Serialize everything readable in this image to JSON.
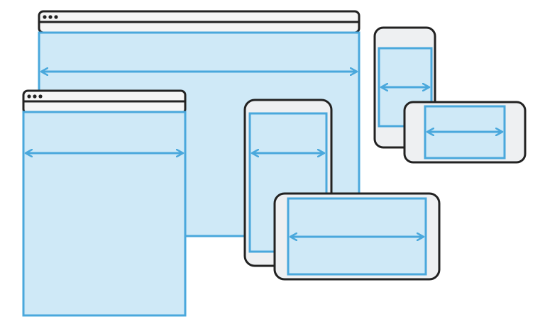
{
  "colors": {
    "background": "#ffffff",
    "outline": "#222222",
    "device_body": "#eef0f2",
    "viewport_fill": "#cfe9f7",
    "viewport_stroke": "#4aa8dc",
    "arrow": "#4aa8dc",
    "window_bar": "#f5f5f5"
  },
  "devices": [
    {
      "id": "large-browser-window",
      "kind": "browser",
      "dots": 3,
      "icon": "desktop-browser-icon"
    },
    {
      "id": "small-browser-window",
      "kind": "browser",
      "dots": 3,
      "icon": "desktop-browser-icon"
    },
    {
      "id": "phone-portrait-center",
      "kind": "phone-portrait",
      "icon": "phone-icon"
    },
    {
      "id": "phone-landscape-bottom",
      "kind": "phone-landscape",
      "icon": "phone-icon"
    },
    {
      "id": "phone-portrait-top-right",
      "kind": "phone-portrait",
      "icon": "phone-icon"
    },
    {
      "id": "phone-landscape-right",
      "kind": "phone-landscape",
      "icon": "phone-icon"
    }
  ],
  "arrow_type": "double-headed-horizontal",
  "arrow_icon": "viewport-width-arrow-icon"
}
